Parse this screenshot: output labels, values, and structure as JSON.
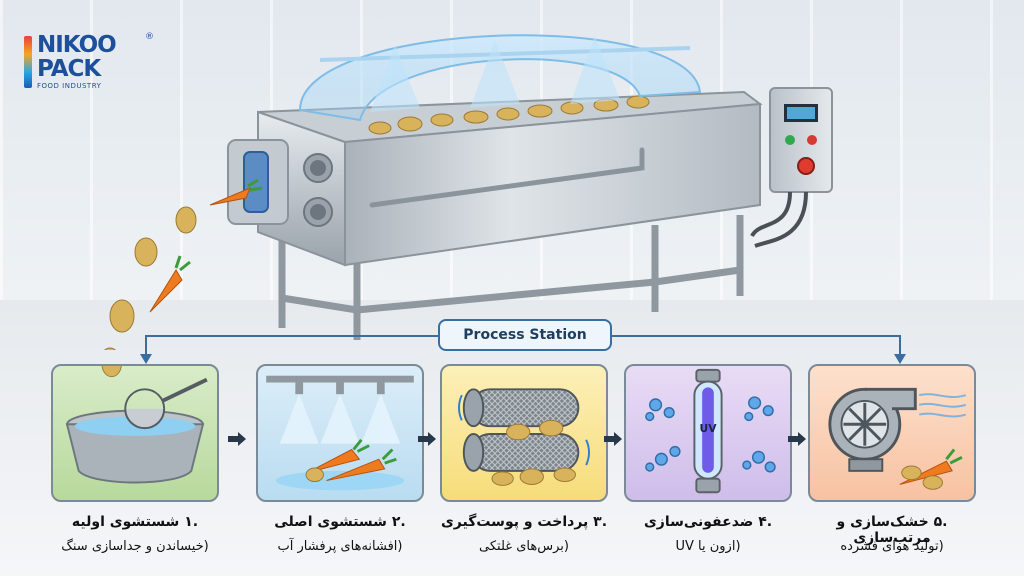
{
  "logo": {
    "line1": "NIKOO",
    "line2": "PACK",
    "sub": "FOOD INDUSTRY",
    "mark": "®"
  },
  "station_label": "Process Station",
  "steps": [
    {
      "title": ".۱ شستشوی اولیه",
      "subtitle": "(خیساندن و جداسازی سنگ",
      "icon": "washing-bowl-icon"
    },
    {
      "title": ".۲ شستشوی اصلی",
      "subtitle": "(افشانه‌های پرفشار آب",
      "icon": "spray-nozzles-icon"
    },
    {
      "title": ".۳ پرداخت و پوست‌گیری",
      "subtitle": "(برس‌های غلتکی",
      "icon": "roller-brushes-icon"
    },
    {
      "title": ".۴ ضدعفونی‌سازی",
      "subtitle": "(ازون یا UV",
      "icon": "uv-lamp-icon"
    },
    {
      "title": ".۵ خشک‌سازی و مرتب‌سازی",
      "subtitle": "(تولید هوای فشرده",
      "icon": "air-blower-icon"
    }
  ],
  "uv_label": "UV",
  "colors": {
    "accent": "#3a6e9e",
    "step1": "#b7d99c",
    "step2": "#b9dcf1",
    "step3": "#f6dc7a",
    "step4": "#cfbdea",
    "step5": "#f7c2a2",
    "carrot": "#f07a1e",
    "potato": "#d9b25c"
  }
}
